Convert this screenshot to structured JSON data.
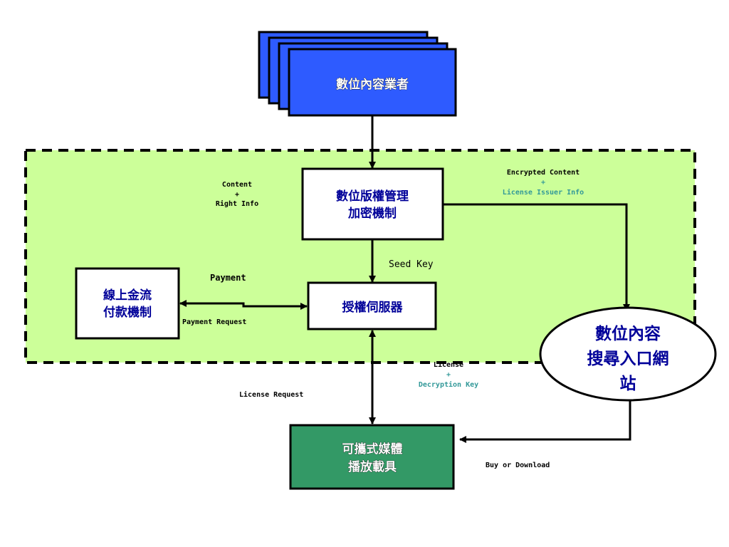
{
  "colors": {
    "provider_fill": "#2e5bff",
    "zone_fill": "#ccff99",
    "player_fill": "#339966",
    "line": "#000000",
    "label_blue": "#000099",
    "label_teal": "#339999"
  },
  "nodes": {
    "content_provider": "數位內容業者",
    "drm_line1": "數位版權管理",
    "drm_line2": "加密機制",
    "payment_line1": "線上金流",
    "payment_line2": "付款機制",
    "license_server": "授權伺服器",
    "portal_line1": "數位內容",
    "portal_line2": "搜尋入口網",
    "portal_line3": "站",
    "player_line1": "可攜式媒體",
    "player_line2": "播放載具"
  },
  "labels": {
    "content_line1": "Content",
    "content_plus": "+",
    "content_line2": "Right Info",
    "encrypted_line1": "Encrypted Content",
    "encrypted_plus": "+",
    "encrypted_line2": "License Issuer Info",
    "seed_key": "Seed Key",
    "payment": "Payment",
    "payment_request": "Payment Request",
    "license_line1": "License",
    "license_plus": "+",
    "license_line2": "Decryption Key",
    "license_request": "License Request",
    "buy_or_download": "Buy or Download"
  }
}
